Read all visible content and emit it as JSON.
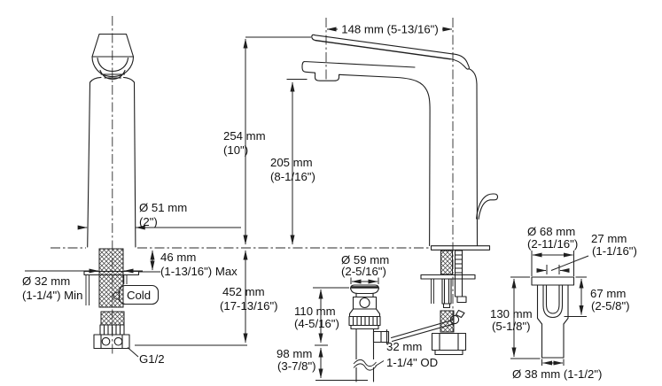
{
  "diagram": {
    "kind": "faucet installation dimension drawing",
    "colors": {
      "background": "#ffffff",
      "line": "#1f1f1f",
      "text": "#111111"
    },
    "dims": {
      "spout_reach": [
        "148 mm (5-13/16\")"
      ],
      "overall_height": [
        "254 mm",
        "(10\")"
      ],
      "outlet_height": [
        "205 mm",
        "(8-1/16\")"
      ],
      "body_diameter": [
        "Ø 51 mm",
        "(2\")"
      ],
      "mounting_hole": [
        "Ø 32 mm",
        "(1-1/4\") Min"
      ],
      "deck_thickness": [
        "46 mm",
        "(1-13/16\") Max"
      ],
      "supply_length": [
        "452 mm",
        "(17-13/16\")"
      ],
      "drain_flange": [
        "Ø 59 mm",
        "(2-5/16\")"
      ],
      "drain_upper": [
        "110 mm",
        "(4-5/16\")"
      ],
      "drain_lower": [
        "98 mm",
        "(3-7/8\")"
      ],
      "tailpiece": [
        "32 mm",
        "1-1/4\" OD"
      ],
      "ext_flange": [
        "Ø 68 mm",
        "(2-11/16\")"
      ],
      "ext_slot": [
        "27 mm",
        "(1-1/16\")"
      ],
      "ext_depth": [
        "67 mm",
        "(2-5/8\")"
      ],
      "ext_height": [
        "130 mm",
        "(5-1/8\")"
      ],
      "ext_tube": [
        "Ø 38 mm (1-1/2\")"
      ]
    },
    "labels": {
      "cold": "Cold",
      "supply_thread": "G1/2"
    }
  }
}
